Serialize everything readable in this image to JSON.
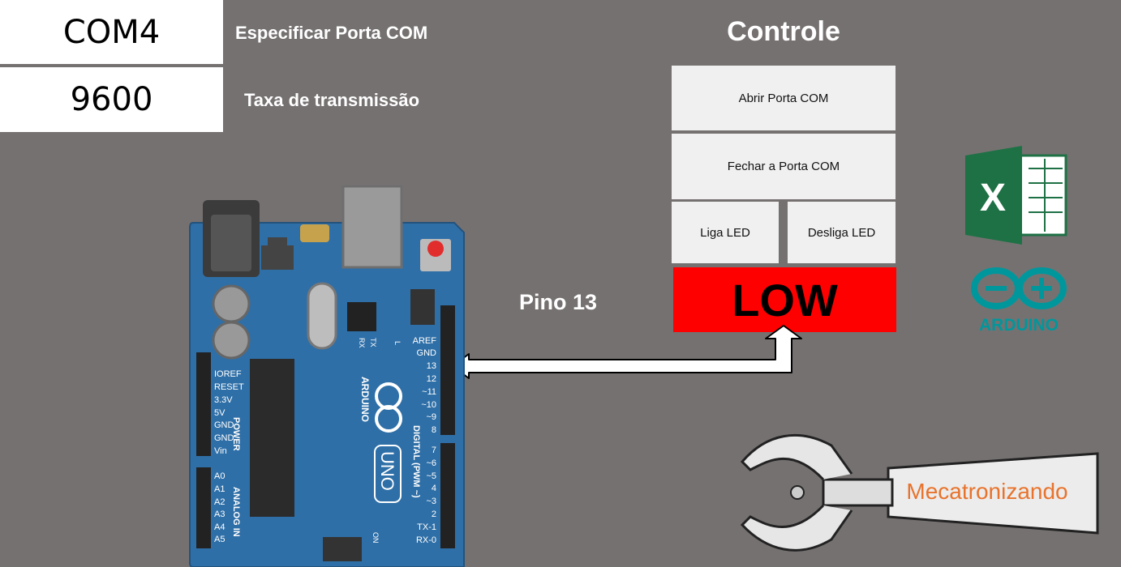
{
  "settings": {
    "com_port_value": "COM4",
    "com_port_label": "Especificar Porta COM",
    "baud_rate_value": "9600",
    "baud_rate_label": "Taxa de transmissão"
  },
  "control": {
    "title": "Controle",
    "open_button": "Abrir Porta COM",
    "close_button": "Fechar a Porta COM",
    "led_on_button": "Liga LED",
    "led_off_button": "Desliga LED",
    "status_value": "LOW",
    "status_color": "#ff0000"
  },
  "pin_label": "Pino 13",
  "arduino_board": {
    "power_pins": [
      "IOREF",
      "RESET",
      "3.3V",
      "5V",
      "GND",
      "GND",
      "Vin"
    ],
    "power_label": "POWER",
    "analog_pins": [
      "A0",
      "A1",
      "A2",
      "A3",
      "A4",
      "A5"
    ],
    "analog_label": "ANALOG IN",
    "digital_pins_top": [
      "AREF",
      "GND",
      "13",
      "12",
      "~11",
      "~10",
      "~9",
      "8"
    ],
    "digital_pins_bottom": [
      "7",
      "~6",
      "~5",
      "4",
      "~3",
      "2",
      "TX-1",
      "RX-0"
    ],
    "digital_label": "DIGITAL (PWM ~)",
    "brand": "ARDUINO",
    "model": "UNO",
    "led_labels": [
      "RX",
      "TX",
      "L"
    ],
    "on_label": "ON"
  },
  "logos": {
    "excel_letter": "X",
    "arduino_text": "ARDUINO",
    "mecatronizando_text": "Mecatronizando"
  },
  "colors": {
    "background": "#767171",
    "board": "#2f6fa7",
    "excel_green": "#1e7145",
    "arduino_teal": "#00979c",
    "brand_orange": "#e8732c"
  }
}
